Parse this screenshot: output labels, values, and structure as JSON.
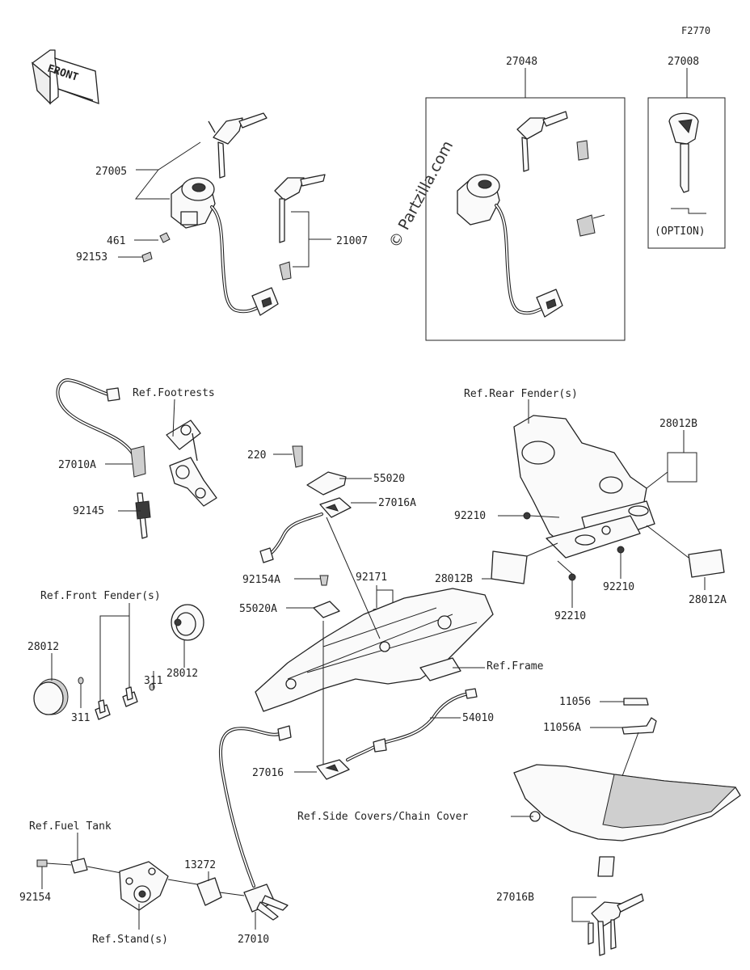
{
  "diagram": {
    "figure_code": "F2770",
    "watermark": "© Partzilla.com",
    "front_arrow": "FRONT",
    "kit_box_27048": "27048",
    "kit_box_27008": "27008",
    "option_label": "(OPTION)"
  },
  "labels": {
    "p27005": "27005",
    "p461": "461",
    "p92153": "92153",
    "p21007": "21007",
    "ref_footrests": "Ref.Footrests",
    "p27010A": "27010A",
    "p92145": "92145",
    "p220": "220",
    "p55020": "55020",
    "p27016A": "27016A",
    "p92154A": "92154A",
    "p92171": "92171",
    "p55020A": "55020A",
    "ref_frame": "Ref.Frame",
    "ref_rear_fender": "Ref.Rear Fender(s)",
    "p28012B_top": "28012B",
    "p92210_a": "92210",
    "p28012B_left": "28012B",
    "p92210_b": "92210",
    "p92210_c": "92210",
    "p28012A": "28012A",
    "ref_front_fender": "Ref.Front Fender(s)",
    "p28012_left": "28012",
    "p311_a": "311",
    "p28012_right": "28012",
    "p311_b": "311",
    "p11056": "11056",
    "p11056A": "11056A",
    "p54010": "54010",
    "p27016": "27016",
    "ref_side_covers": "Ref.Side Covers/Chain Cover",
    "ref_fuel_tank": "Ref.Fuel Tank",
    "p13272": "13272",
    "p92154": "92154",
    "ref_stand": "Ref.Stand(s)",
    "p27010": "27010",
    "p27016B": "27016B"
  }
}
